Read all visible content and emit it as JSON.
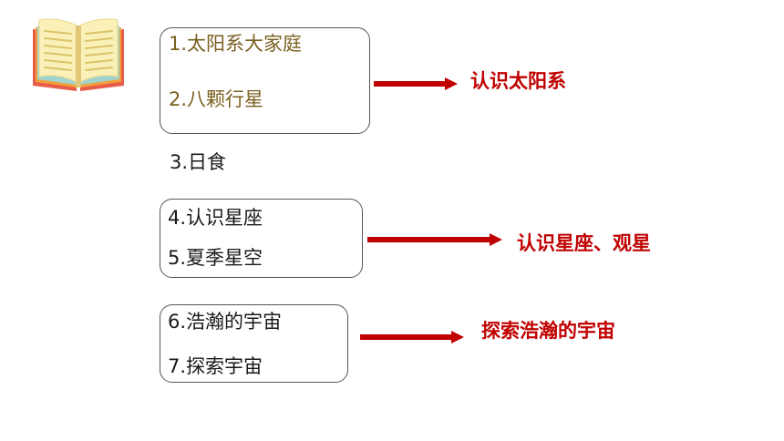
{
  "icon": "book-icon",
  "groups": [
    {
      "items": [
        "1.太阳系大家庭",
        "2.八颗行星"
      ],
      "topic": "认识太阳系"
    },
    {
      "items": [
        "3.日食"
      ]
    },
    {
      "items": [
        "4.认识星座",
        "5.夏季星空"
      ],
      "topic": "认识星座、观星"
    },
    {
      "items": [
        "6.浩瀚的宇宙",
        "7.探索宇宙"
      ],
      "topic": "探索浩瀚的宇宙"
    }
  ],
  "colors": {
    "arrow": "#c00000",
    "topic_text": "#c00000",
    "group1_text": "#7a6020",
    "item_text": "#1a1a1a",
    "box_border": "#555555"
  }
}
